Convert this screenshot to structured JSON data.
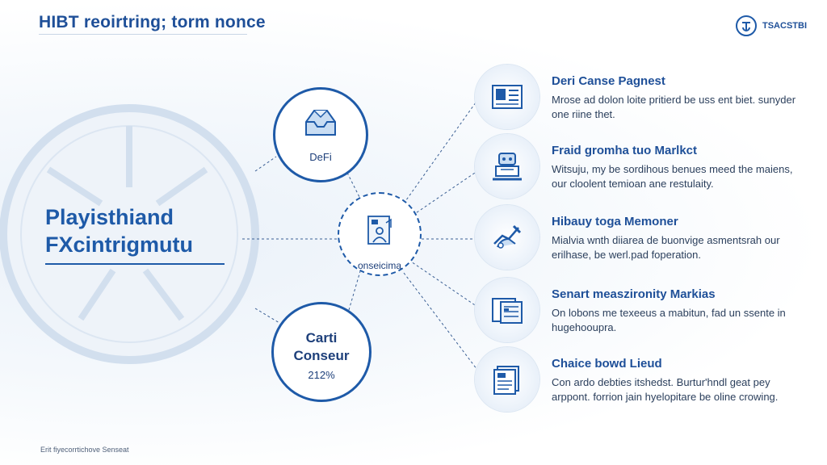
{
  "header": {
    "title": "HIBT reoirtring; torm nonce",
    "logo_text": "TSACSTBI"
  },
  "left_panel": {
    "title_line1": "Playisthiand",
    "title_line2": "FXcintrigmutu"
  },
  "nodes": {
    "defi": {
      "label": "DeFi",
      "icon": "inbox-tray-icon"
    },
    "center": {
      "label": "onseicima",
      "icon": "person-document-icon"
    },
    "bottom": {
      "title": "Carti",
      "subtitle": "Conseur",
      "value": "212%"
    }
  },
  "items": [
    {
      "title": "Deri Canse Pagnest",
      "desc": "Mrose ad dolon loite pritierd be uss ent biet. sunyder one riine thet.",
      "icon": "document-cards-icon"
    },
    {
      "title": "Fraid gromha tuo Marlkct",
      "desc": "Witsuju, my be sordihous benues meed the maiens, our cloolent temioan ane restulaity.",
      "icon": "building-robot-icon"
    },
    {
      "title": "Hibauy toga Memoner",
      "desc": "Mialvia wnth diiarea de buonvige asmentsrah our erilhase, be werl.pad foperation.",
      "icon": "handshake-icon"
    },
    {
      "title": "Senart measzironity Markias",
      "desc": "On lobons me texeeus a mabitun, fad un ssente in hugehooupra.",
      "icon": "spreadsheet-icon"
    },
    {
      "title": "Chaice bowd Lieud",
      "desc": "Con ardo debties itshedst. Burtur'hndl geat pey arppont. forrion jain hyelopitare be oline crowing.",
      "icon": "stacked-documents-icon"
    }
  ],
  "footer": {
    "text": "Erit fiyecorrtichove Senseat"
  },
  "colors": {
    "primary": "#1e5aa8",
    "title": "#1e4f98",
    "text": "#2b3f5c",
    "wash": "#eaf1f9"
  }
}
